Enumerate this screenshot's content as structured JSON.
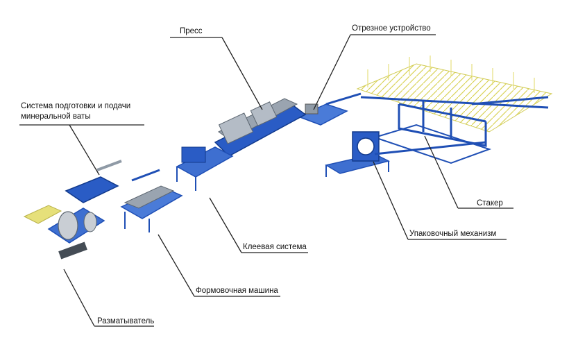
{
  "labels": {
    "press": "Пресс",
    "cutter": "Отрезное устройство",
    "prep_line1": "Система подготовки и подачи",
    "prep_line2": "минеральной ваты",
    "stacker": "Стакер",
    "packer": "Упаковочный механизм",
    "glue": "Клеевая система",
    "forming": "Формовочная машина",
    "uncoiler": "Разматыватель"
  },
  "colors": {
    "frame_blue": "#1f4fb5",
    "steel_gray": "#8f9aa6",
    "insulation_yellow": "#e6e07a",
    "leader_line": "#222222"
  }
}
